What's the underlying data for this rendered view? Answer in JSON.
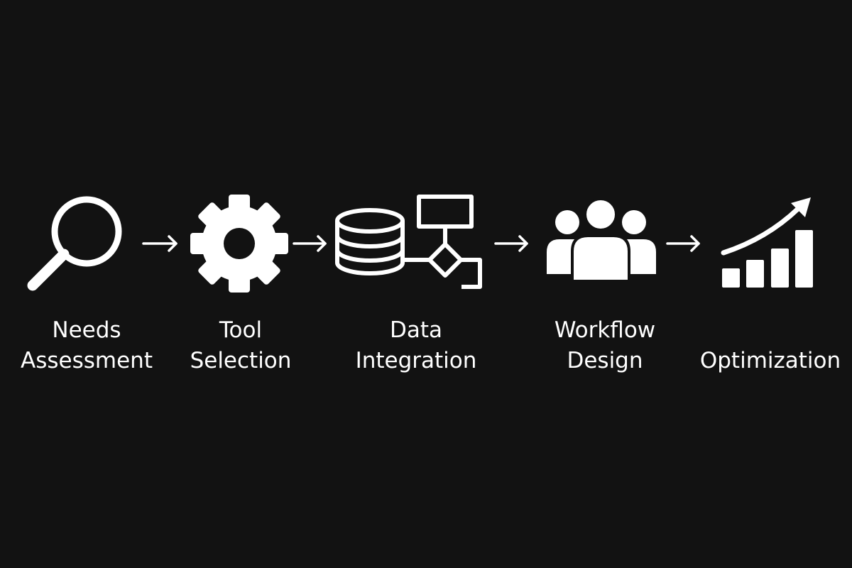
{
  "colors": {
    "background": "#121212",
    "foreground": "#ffffff"
  },
  "steps": [
    {
      "icon": "magnifying-glass-icon",
      "label_line1": "Needs",
      "label_line2": "Assessment"
    },
    {
      "icon": "gear-icon",
      "label_line1": "Tool",
      "label_line2": "Selection"
    },
    {
      "icon": "database-flowchart-icon",
      "label_line1": "Data",
      "label_line2": "Integration"
    },
    {
      "icon": "people-group-icon",
      "label_line1": "Workflow",
      "label_line2": "Design"
    },
    {
      "icon": "growth-chart-icon",
      "label_line1": "Optimization",
      "label_line2": ""
    }
  ],
  "connectors": [
    {
      "icon": "arrow-right-icon"
    },
    {
      "icon": "arrow-right-icon"
    },
    {
      "icon": "arrow-right-icon"
    },
    {
      "icon": "arrow-right-icon"
    }
  ]
}
